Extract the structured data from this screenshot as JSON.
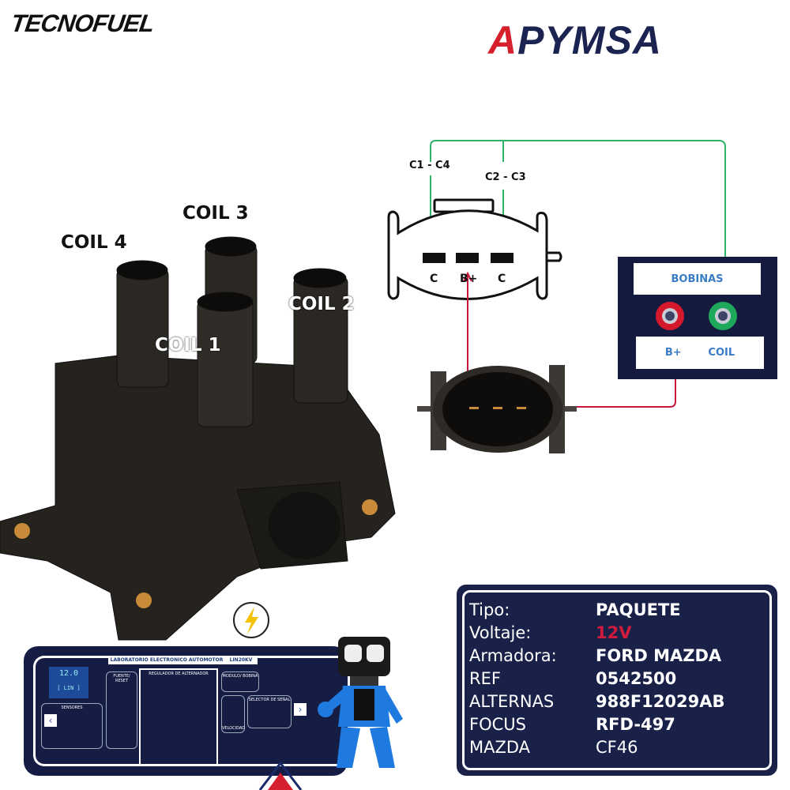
{
  "brands": {
    "left_logo": "TECNOFUEL",
    "right_logo_a": "A",
    "right_logo_rest": "PYMSA"
  },
  "coil_labels": {
    "coil4": "COIL 4",
    "coil3": "COIL 3",
    "coil2": "COIL 2",
    "coil1": "COIL 1"
  },
  "diagram": {
    "label_c1c4": "C1 - C4",
    "label_c2c3": "C2 - C3",
    "pins": [
      "C",
      "B+",
      "C"
    ],
    "bobinas_title": "BOBINAS",
    "terminal_bplus": "B+",
    "terminal_coil": "COIL",
    "colors": {
      "coil_wire": "#2fb36a",
      "bplus_wire": "#c8173a",
      "panel": "#141b3f"
    }
  },
  "specs": [
    {
      "label": "Tipo:",
      "value": "PAQUETE"
    },
    {
      "label": "Voltaje:",
      "value": "12V",
      "color": "#d11a3c"
    },
    {
      "label": "Armadora:",
      "value": "FORD MAZDA"
    },
    {
      "label": "REF",
      "value": "0542500"
    },
    {
      "label": "ALTERNAS",
      "value": "988F12029AB"
    },
    {
      "label": "FOCUS",
      "value": "RFD-497"
    },
    {
      "label": "MAZDA",
      "value": "CF46"
    }
  ],
  "lab_panel": {
    "title": "LABORATORIO ELECTRONICO AUTOMOTOR",
    "model": "LIN20KV",
    "screen_value": "12.0",
    "screen_mode": "[ LIN ]",
    "sections": [
      "FUENTE/ RESET",
      "REGULADOR DE ALTERNADOR",
      "MODULO/ BOBINA",
      "SENSORES",
      "SELECTOR DE SEÑAL",
      "VELOCIDAD"
    ],
    "nav_prev": "‹",
    "nav_next": "›"
  }
}
